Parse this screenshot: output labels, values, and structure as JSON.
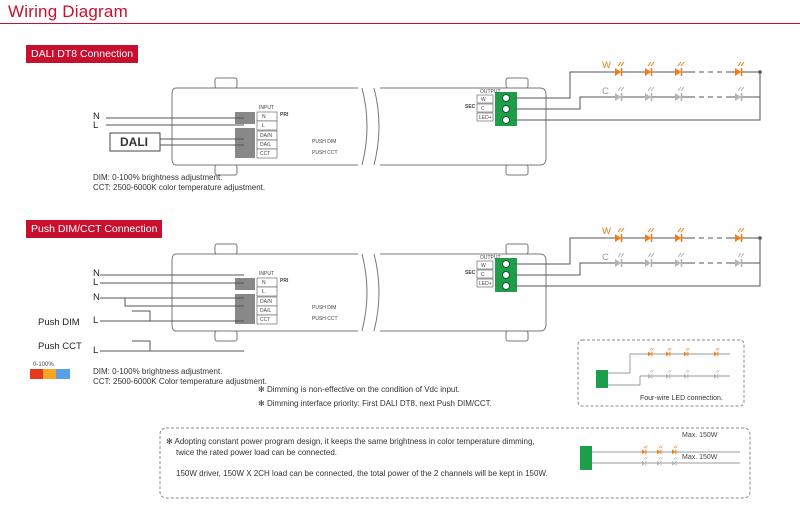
{
  "title": "Wiring Diagram",
  "sections": {
    "dali": {
      "tag": "DALI DT8 Connection",
      "input_labels": [
        "N",
        "L"
      ],
      "dali_box": "DALI",
      "notes": [
        "DIM: 0-100% brightness adjustment.",
        "CCT: 2500-6000K color temperature adjustment."
      ]
    },
    "push": {
      "tag": "Push DIM/CCT Connection",
      "input_labels": [
        "N",
        "L",
        "N"
      ],
      "switch_labels": [
        {
          "name": "Push DIM",
          "line": "L"
        },
        {
          "name": "Push CCT",
          "line": "L"
        }
      ],
      "scale_label": "0-100%",
      "notes": [
        "DIM: 0-100% brightness adjustment.",
        "CCT: 2500-6000K Color temperature adjustment."
      ]
    }
  },
  "driver": {
    "pri_terminals": [
      "N",
      "L",
      "DA/N",
      "DA/L",
      "CCT"
    ],
    "pri_label": "PRI",
    "pri_header": "INPUT",
    "sec_terminals": [
      "W",
      "C",
      "LED+"
    ],
    "sec_label": "SEC",
    "sec_header": "OUTPUT",
    "push_labels": [
      "PUSH DIM",
      "PUSH CCT"
    ]
  },
  "led_labels": {
    "warm": "W",
    "cool": "C"
  },
  "footnotes": [
    "Dimming is non-effective on the condition of Vdc input.",
    "Dimming interface priority: First DALI DT8, next Push DIM/CCT."
  ],
  "inset": {
    "caption": "Four-wire LED connection."
  },
  "power_note": {
    "line1": "Adopting constant power program design, it keeps the same brightness in color temperature dimming,",
    "line2": "twice the rated power load can be connected.",
    "line3": "150W driver, 150W X 2CH load can be connected, the total power of the 2 channels will be kept in 150W.",
    "max_labels": [
      "Max. 150W",
      "Max. 150W"
    ]
  },
  "colors": {
    "accent": "#c8102e",
    "led_warm": "#f07d1a",
    "led_cool": "#b4b4b4",
    "terminal_green": "#1e9e4a"
  }
}
